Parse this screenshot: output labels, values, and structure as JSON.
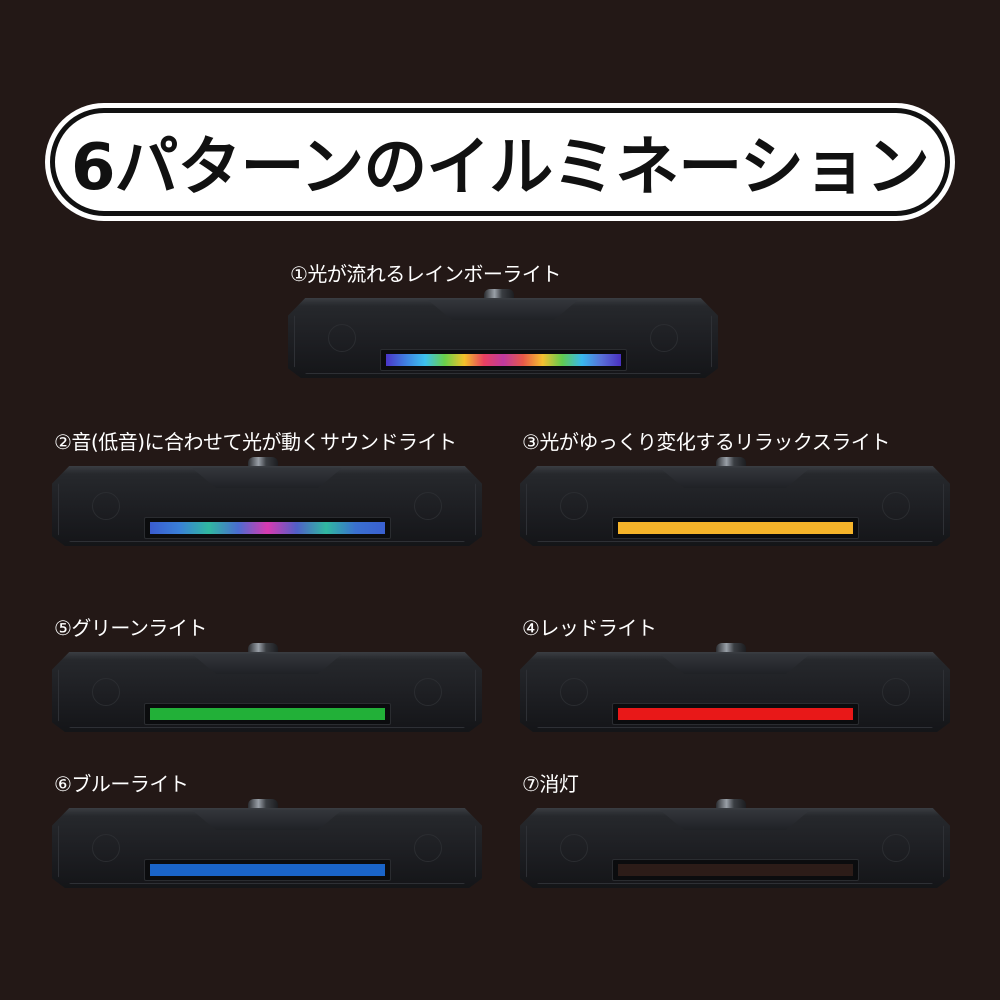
{
  "title": "6パターンのイルミネーション",
  "patterns": [
    {
      "label": "①光が流れるレインボーライト",
      "colors": [
        "#4a35c8",
        "#3f7fe0",
        "#3cc2ee",
        "#6ad04a",
        "#f2c22a",
        "#e84060",
        "#c03aa0",
        "#e85848",
        "#f4c030",
        "#60cc50",
        "#38b8ee",
        "#5870d8",
        "#4a30c0"
      ]
    },
    {
      "label": "②音(低音)に合わせて光が動くサウンドライト",
      "colors": [
        "#3a5cd0",
        "#3a80d8",
        "#30b8a0",
        "#4a6cd0",
        "#d83ab0",
        "#5060c8",
        "#30b8a0",
        "#3a70d0",
        "#3a60d0"
      ]
    },
    {
      "label": "③光がゆっくり変化するリラックスライト",
      "colors": [
        "#f6b42a",
        "#f6b42a"
      ]
    },
    {
      "label": "⑤グリーンライト",
      "colors": [
        "#22b038",
        "#22b038"
      ]
    },
    {
      "label": "④レッドライト",
      "colors": [
        "#e81818",
        "#e81818"
      ]
    },
    {
      "label": "⑥ブルーライト",
      "colors": [
        "#1a64c8",
        "#1a64c8"
      ]
    },
    {
      "label": "⑦消灯",
      "colors": [
        "#2c1c18",
        "#2c1c18"
      ]
    }
  ]
}
